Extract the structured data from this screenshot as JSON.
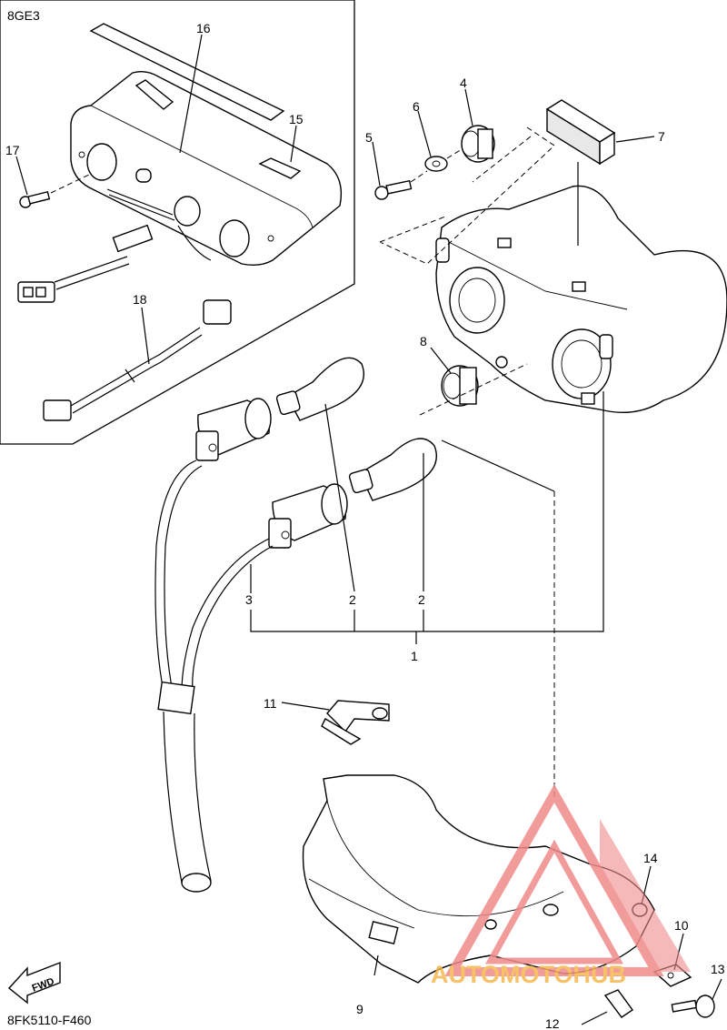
{
  "inset_label": "8GE3",
  "drawing_code": "8FK5110-F460",
  "fwd_label": "FWD",
  "callouts": {
    "c1": "1",
    "c2a": "2",
    "c2b": "2",
    "c3": "3",
    "c4": "4",
    "c5": "5",
    "c6": "6",
    "c7": "7",
    "c8": "8",
    "c9": "9",
    "c10": "10",
    "c11": "11",
    "c12": "12",
    "c13": "13",
    "c14": "14",
    "c15": "15",
    "c16": "16",
    "c17": "17",
    "c18": "18"
  },
  "watermark": {
    "text": "AUTOMOTOHUB",
    "colors": {
      "triangle": "#f08a8a",
      "text": "#f5b74d"
    }
  }
}
